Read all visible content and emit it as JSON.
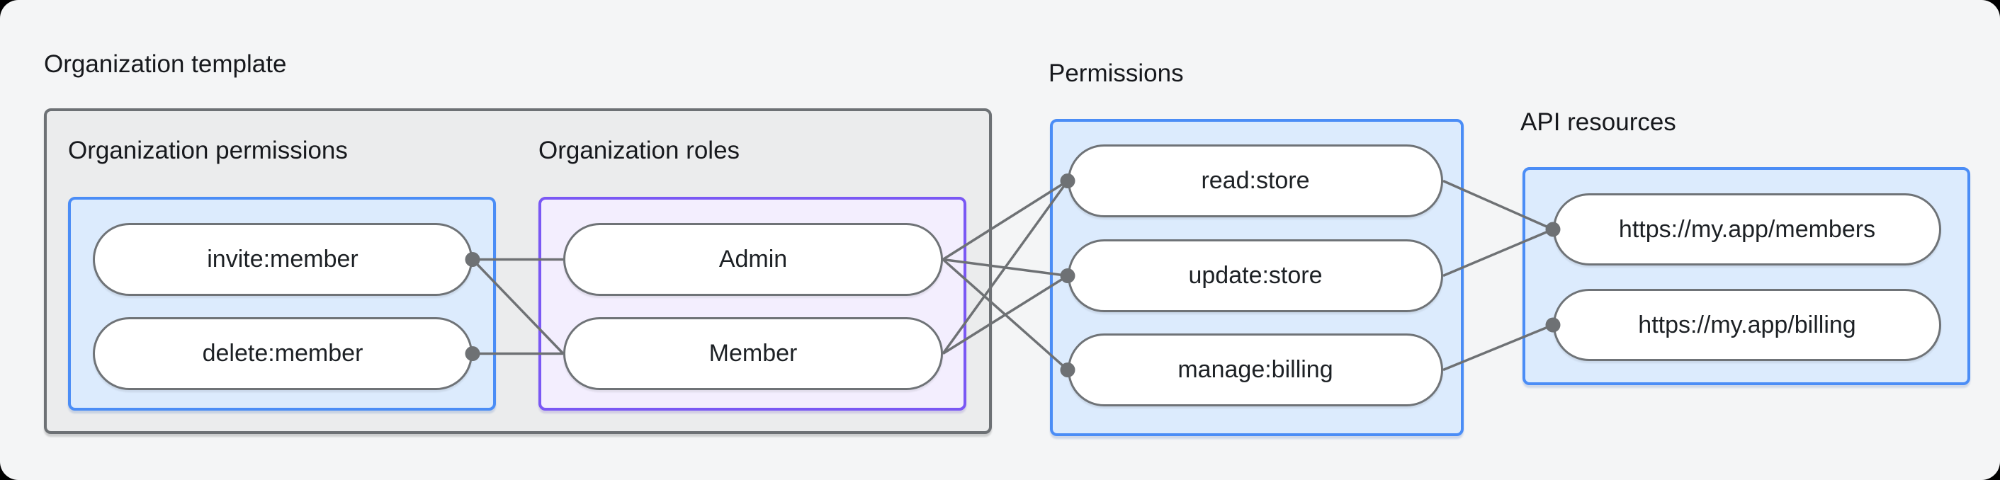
{
  "page": {
    "outer_background": "#000000",
    "canvas_background": "#f4f5f6"
  },
  "colors": {
    "container_fill": "#ebeced",
    "container_border": "#6d7175",
    "blue_border": "#4b8df6",
    "blue_fill": "#dcebfd",
    "purple_border": "#7a58f4",
    "purple_fill": "#f3eefe",
    "pill_border": "#6f7377",
    "pill_fill": "#ffffff",
    "connector": "#6e7174",
    "text": "#1d2125"
  },
  "org_template": {
    "title": "Organization template",
    "permissions_section": {
      "label": "Organization permissions",
      "nodes": [
        {
          "id": "invite_member",
          "label": "invite:member"
        },
        {
          "id": "delete_member",
          "label": "delete:member"
        }
      ]
    },
    "roles_section": {
      "label": "Organization roles",
      "nodes": [
        {
          "id": "admin",
          "label": "Admin"
        },
        {
          "id": "member",
          "label": "Member"
        }
      ]
    }
  },
  "permissions_panel": {
    "label": "Permissions",
    "nodes": [
      {
        "id": "read_store",
        "label": "read:store"
      },
      {
        "id": "update_store",
        "label": "update:store"
      },
      {
        "id": "manage_billing",
        "label": "manage:billing"
      }
    ]
  },
  "api_resources_panel": {
    "label": "API resources",
    "nodes": [
      {
        "id": "api_members",
        "label": "https://my.app/members"
      },
      {
        "id": "api_billing",
        "label": "https://my.app/billing"
      }
    ]
  },
  "edges": [
    {
      "from": "invite_member",
      "from_side": "right",
      "to": "admin",
      "to_side": "left"
    },
    {
      "from": "invite_member",
      "from_side": "right",
      "to": "member",
      "to_side": "left"
    },
    {
      "from": "delete_member",
      "from_side": "right",
      "to": "member",
      "to_side": "left"
    },
    {
      "from": "admin",
      "from_side": "right",
      "to": "read_store",
      "to_side": "left"
    },
    {
      "from": "admin",
      "from_side": "right",
      "to": "update_store",
      "to_side": "left"
    },
    {
      "from": "admin",
      "from_side": "right",
      "to": "manage_billing",
      "to_side": "left"
    },
    {
      "from": "member",
      "from_side": "right",
      "to": "read_store",
      "to_side": "left"
    },
    {
      "from": "member",
      "from_side": "right",
      "to": "update_store",
      "to_side": "left"
    },
    {
      "from": "read_store",
      "from_side": "right",
      "to": "api_members",
      "to_side": "left"
    },
    {
      "from": "update_store",
      "from_side": "right",
      "to": "api_members",
      "to_side": "left"
    },
    {
      "from": "manage_billing",
      "from_side": "right",
      "to": "api_billing",
      "to_side": "left"
    }
  ],
  "dots": [
    {
      "node": "invite_member",
      "side": "right"
    },
    {
      "node": "delete_member",
      "side": "right"
    },
    {
      "node": "read_store",
      "side": "left"
    },
    {
      "node": "update_store",
      "side": "left"
    },
    {
      "node": "manage_billing",
      "side": "left"
    },
    {
      "node": "api_members",
      "side": "left"
    },
    {
      "node": "api_billing",
      "side": "left"
    }
  ]
}
